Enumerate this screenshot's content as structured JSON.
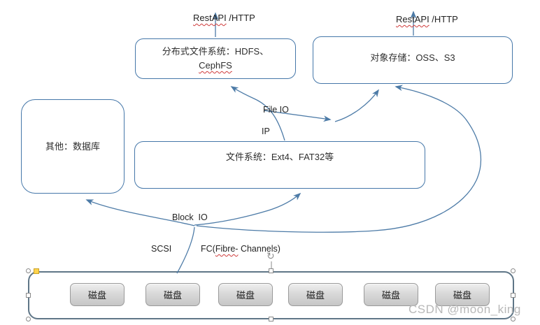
{
  "colors": {
    "shape_border": "#4577a9",
    "connector": "#4d7ba7",
    "container_border": "#5f7687",
    "disk_fill": "#d9d9d9",
    "spellcheck_underline": "#cf3b3b",
    "adjust_handle": "#ffd34d",
    "watermark": "#b8b8b8"
  },
  "top_labels": {
    "left": {
      "word": "RestAPI",
      "rest": " /HTTP"
    },
    "right": {
      "word": "RestAPI",
      "rest": " /HTTP"
    }
  },
  "boxes": {
    "distributed_fs": {
      "line1": "分布式文件系统：HDFS、",
      "line2": "CephFS"
    },
    "object_storage": {
      "label": "对象存储：OSS、S3"
    },
    "other": {
      "label": "其他：数据库"
    },
    "filesystem": {
      "label": "文件系统：Ext4、FAT32等"
    }
  },
  "edge_labels": {
    "file_io": "File IO",
    "ip": "IP",
    "block_io": "Block  IO",
    "scsi": "SCSI",
    "fc_prefix": "FC(",
    "fc_word": "Fibre-",
    "fc_suffix": " Channels)"
  },
  "disks": [
    "磁盘",
    "磁盘",
    "磁盘",
    "磁盘",
    "磁盘",
    "磁盘"
  ],
  "watermark": "CSDN @moon_king"
}
